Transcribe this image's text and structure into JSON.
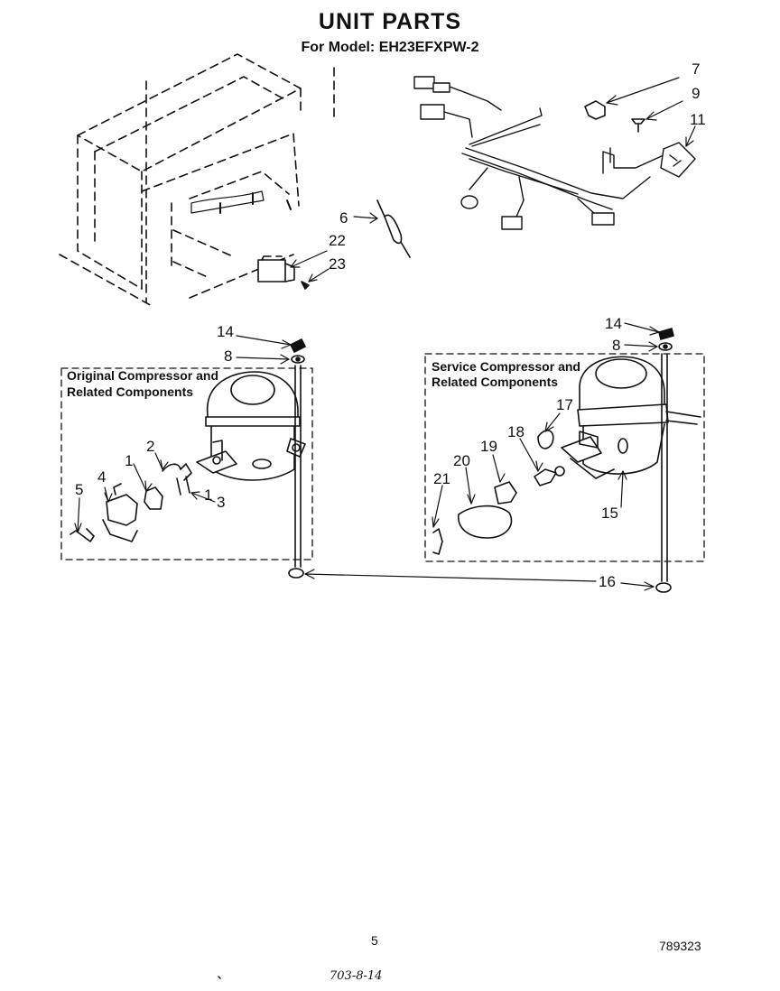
{
  "header": {
    "title": "UNIT PARTS",
    "subtitle": "For Model: EH23EFXPW-2"
  },
  "groups": {
    "original": [
      "Original Compressor and",
      "Related Components"
    ],
    "service": [
      "Service Compressor and",
      "Related Components"
    ]
  },
  "callouts": {
    "c1": "1",
    "c1b": "1",
    "c2": "2",
    "c3": "3",
    "c4": "4",
    "c5": "5",
    "c6": "6",
    "c7": "7",
    "c8a": "8",
    "c8b": "8",
    "c9": "9",
    "c11": "11",
    "c14a": "14",
    "c14b": "14",
    "c15": "15",
    "c16": "16",
    "c17": "17",
    "c18": "18",
    "c19": "19",
    "c20": "20",
    "c21": "21",
    "c22": "22",
    "c23": "23"
  },
  "footer": {
    "page_number": "5",
    "doc_number": "789323",
    "handwritten_note": "703-8-14"
  }
}
